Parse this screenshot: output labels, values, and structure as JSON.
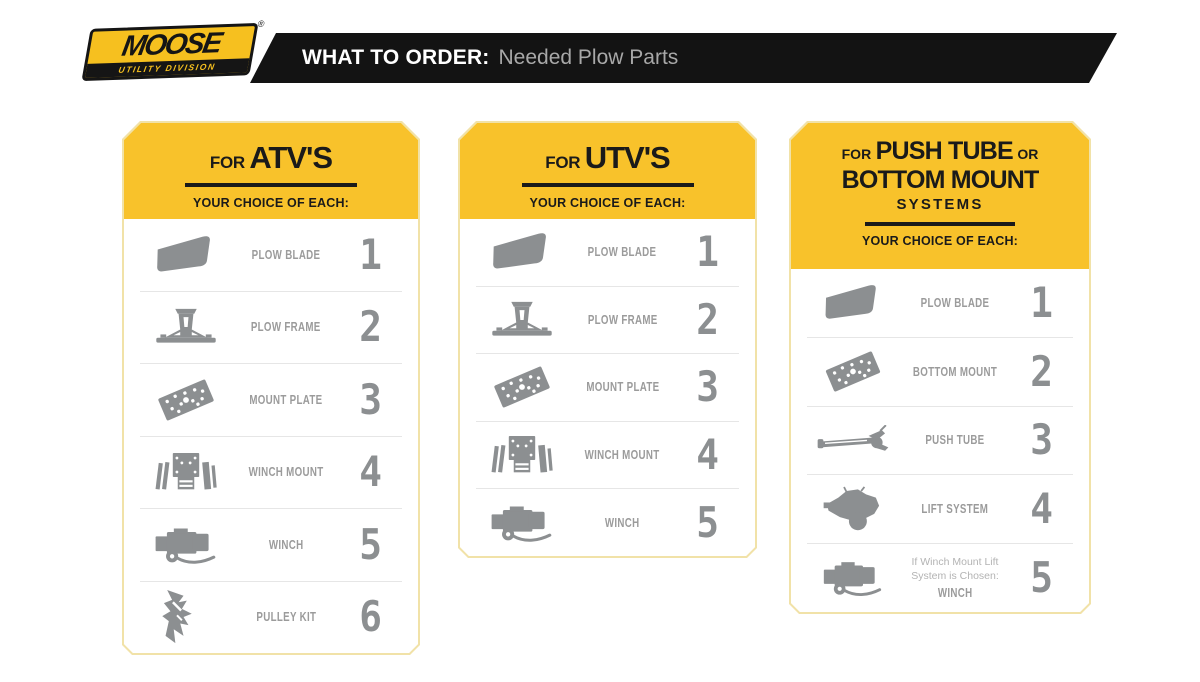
{
  "colors": {
    "yellow": "#F8C22B",
    "logo_yellow": "#F6C01F",
    "black": "#131313",
    "icon_gray": "#8C8F91",
    "label_gray": "#9B9B9B",
    "card_border": "#F1E2A8"
  },
  "header": {
    "logo": {
      "brand": "MOOSE",
      "sub": "UTILITY DIVISION",
      "registered": "®"
    },
    "banner": {
      "title": "WHAT TO ORDER:",
      "subtitle": "Needed Plow Parts"
    }
  },
  "cards": [
    {
      "title_prefix": "FOR",
      "title": "ATV'S",
      "choice_label": "YOUR CHOICE OF EACH:",
      "items": [
        {
          "icon": "plow-blade-icon",
          "label": "PLOW BLADE",
          "number": "1"
        },
        {
          "icon": "plow-frame-icon",
          "label": "PLOW FRAME",
          "number": "2"
        },
        {
          "icon": "mount-plate-icon",
          "label": "MOUNT PLATE",
          "number": "3"
        },
        {
          "icon": "winch-mount-icon",
          "label": "WINCH MOUNT",
          "number": "4"
        },
        {
          "icon": "winch-icon",
          "label": "WINCH",
          "number": "5"
        },
        {
          "icon": "pulley-kit-icon",
          "label": "PULLEY KIT",
          "number": "6"
        }
      ]
    },
    {
      "title_prefix": "FOR",
      "title": "UTV'S",
      "choice_label": "YOUR CHOICE OF EACH:",
      "items": [
        {
          "icon": "plow-blade-icon",
          "label": "PLOW BLADE",
          "number": "1"
        },
        {
          "icon": "plow-frame-icon",
          "label": "PLOW FRAME",
          "number": "2"
        },
        {
          "icon": "mount-plate-icon",
          "label": "MOUNT PLATE",
          "number": "3"
        },
        {
          "icon": "winch-mount-icon",
          "label": "WINCH MOUNT",
          "number": "4"
        },
        {
          "icon": "winch-icon",
          "label": "WINCH",
          "number": "5"
        }
      ]
    },
    {
      "title_prefix": "FOR",
      "title_main1": "PUSH TUBE",
      "title_or": "OR",
      "title_main2": "BOTTOM MOUNT",
      "title_sub": "SYSTEMS",
      "choice_label": "YOUR CHOICE OF EACH:",
      "items": [
        {
          "icon": "plow-blade-icon",
          "label": "PLOW BLADE",
          "number": "1"
        },
        {
          "icon": "bottom-mount-icon",
          "label": "BOTTOM MOUNT",
          "number": "2"
        },
        {
          "icon": "push-tube-icon",
          "label": "PUSH TUBE",
          "number": "3"
        },
        {
          "icon": "lift-system-icon",
          "label": "LIFT SYSTEM",
          "number": "4"
        },
        {
          "icon": "winch-icon",
          "label": "WINCH",
          "number": "5",
          "note": "If Winch Mount Lift System is Chosen:"
        }
      ]
    }
  ]
}
